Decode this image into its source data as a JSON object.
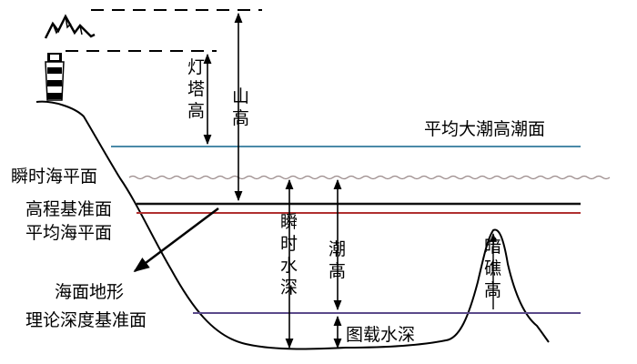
{
  "labels": {
    "mhhw": "平均大潮高潮面",
    "instant_sea_level": "瞬时海平面",
    "height_datum": "高程基准面",
    "mean_sea_level": "平均海平面",
    "seabed_topography": "海面地形",
    "chart_datum": "理论深度基准面",
    "charted_depth": "图载水深",
    "lighthouse_height": "灯塔高",
    "mountain_height": "山高",
    "instant_depth": "瞬时水深",
    "tide_height": "潮高",
    "reef_height": "暗礁高"
  },
  "colors": {
    "mhhw_line": "#4a8aa8",
    "instant_line": "#9a8a8a",
    "height_datum_line": "#111111",
    "msl_line": "#b03030",
    "chart_datum_line": "#5a4a8a",
    "terrain": "#000000"
  }
}
